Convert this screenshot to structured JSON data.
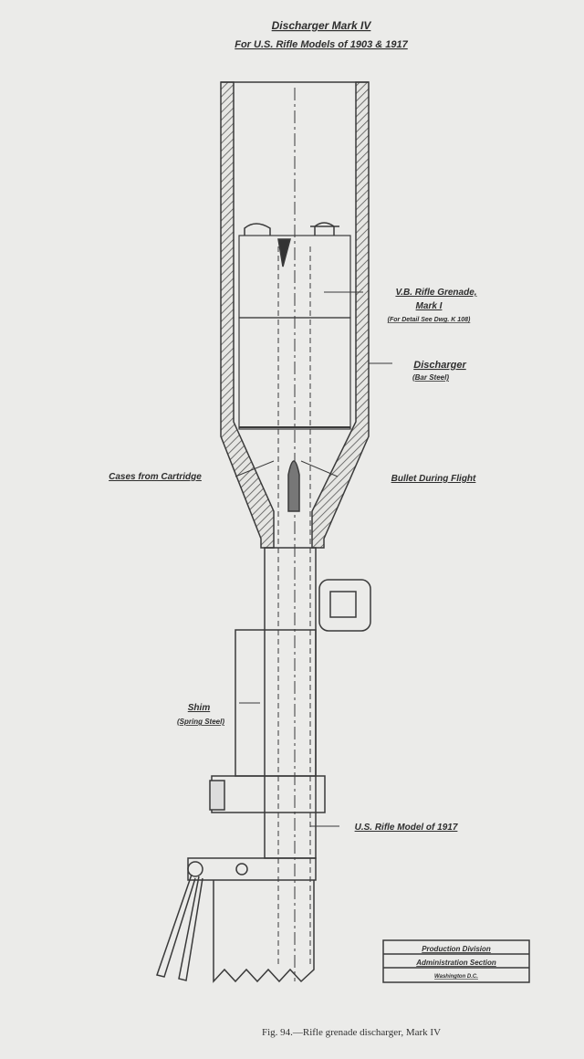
{
  "title": {
    "line1": "Discharger Mark IV",
    "line2": "For U.S. Rifle Models of 1903 & 1917"
  },
  "labels": {
    "grenade_line1": "V.B. Rifle Grenade,",
    "grenade_line2": "Mark I",
    "grenade_line3": "(For Detail See Dwg. K 108)",
    "discharger_line1": "Discharger",
    "discharger_line2": "(Bar Steel)",
    "cases": "Cases from Cartridge",
    "bullet": "Bullet During Flight",
    "shim_line1": "Shim",
    "shim_line2": "(Spring Steel)",
    "rifle": "U.S. Rifle Model of 1917"
  },
  "stamp": {
    "line1": "Production Division",
    "line2": "Administration Section",
    "line3": "Washington D.C."
  },
  "caption": "Fig. 94.—Rifle grenade discharger, Mark IV"
}
